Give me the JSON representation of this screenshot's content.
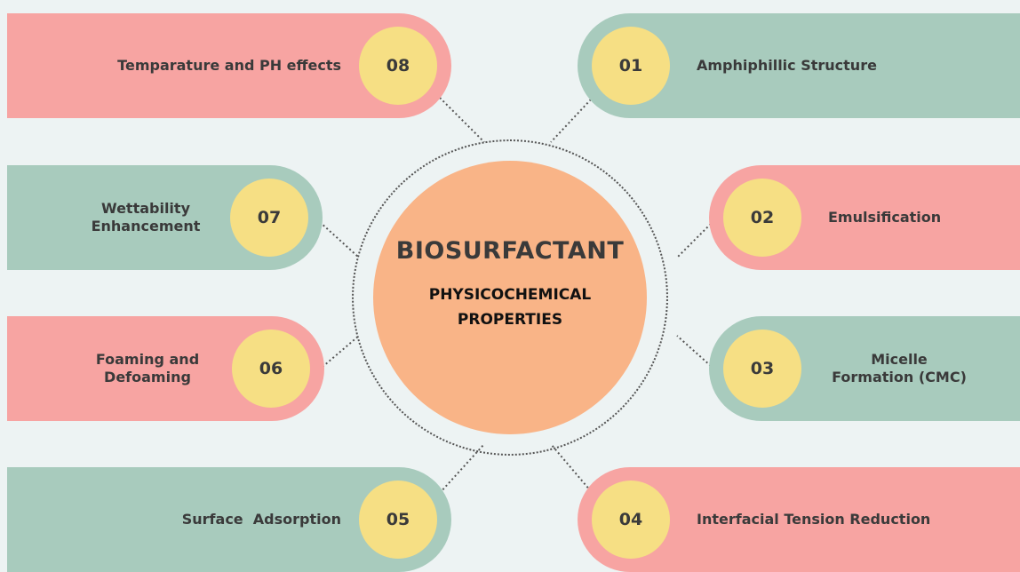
{
  "center": {
    "title": "BIOSURFACTANT",
    "subtitle": "PHYSICOCHEMICAL PROPERTIES"
  },
  "colors": {
    "background": "#edf3f3",
    "red_pill": "#f7a4a2",
    "green_pill": "#a8cbbd",
    "number_circle": "#f6df84",
    "center_circle": "#f9b487"
  },
  "properties": [
    {
      "number": "01",
      "label": "Amphiphillic Structure"
    },
    {
      "number": "02",
      "label": "Emulsification"
    },
    {
      "number": "03",
      "label": "Micelle Formation (CMC)"
    },
    {
      "number": "04",
      "label": "Interfacial Tension Reduction"
    },
    {
      "number": "05",
      "label": "Surface  Adsorption"
    },
    {
      "number": "06",
      "label": "Foaming and Defoaming"
    },
    {
      "number": "07",
      "label": "Wettability Enhancement"
    },
    {
      "number": "08",
      "label": "Temparature and PH effects"
    }
  ]
}
